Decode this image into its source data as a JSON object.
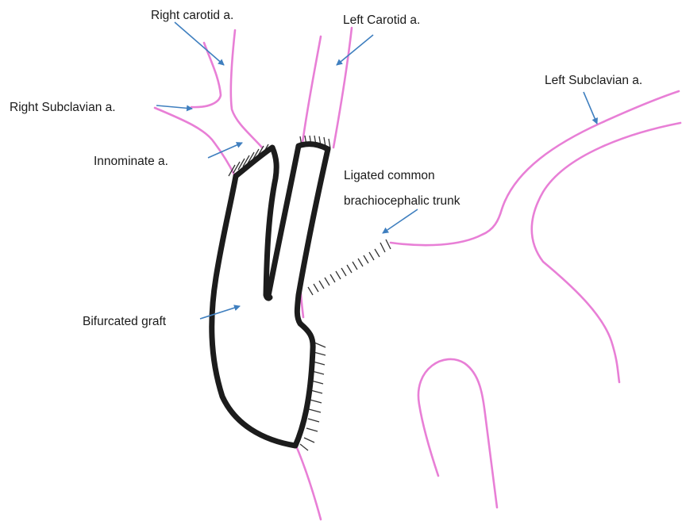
{
  "labels": {
    "right_carotid": "Right carotid a.",
    "left_carotid": "Left Carotid a.",
    "right_subclavian": "Right Subclavian a.",
    "left_subclavian": "Left Subclavian a.",
    "innominate": "Innominate a.",
    "ligated_line1": "Ligated common",
    "ligated_line2": "brachiocephalic trunk",
    "graft": "Bifurcated graft"
  },
  "colors": {
    "vessel": "#e87fd6",
    "graft": "#1c1c1c",
    "arrow": "#3f7fbf",
    "text": "#1a1a1a"
  }
}
